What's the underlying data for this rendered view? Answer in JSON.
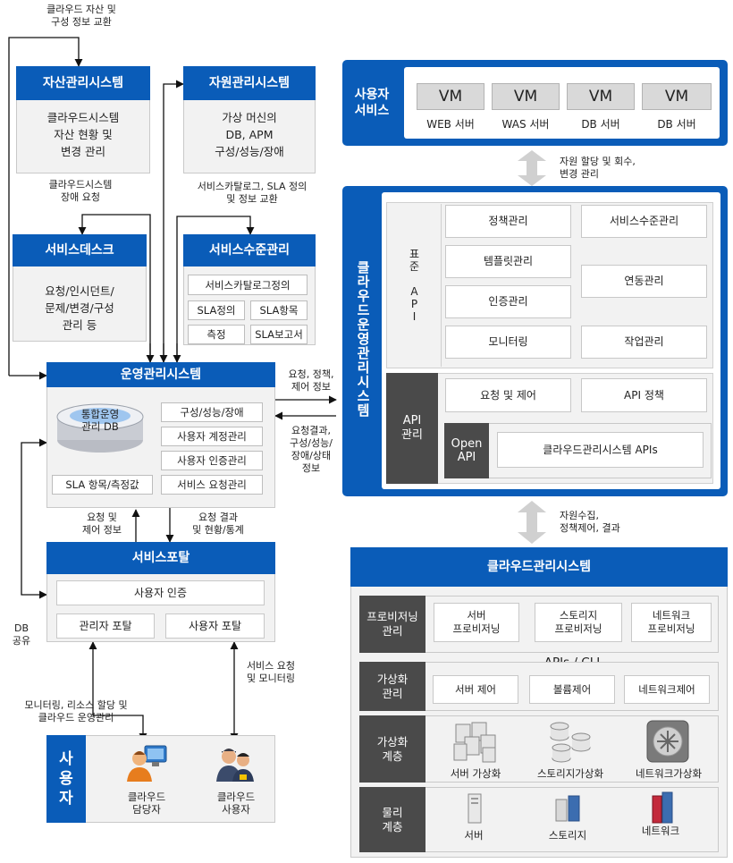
{
  "top_note": "클라우드 자산 및\n구성 정보 교환",
  "asset": {
    "title": "자산관리시스템",
    "body": "클라우드시스템\n자산 현황 및\n변경 관리"
  },
  "resource": {
    "title": "자원관리시스템",
    "body": "가상 머신의\nDB, APM\n구성/성능/장애"
  },
  "note_fault": "클라우드시스템\n장애 요청",
  "note_catalog": "서비스카탈로그, SLA 정의\n및 정보 교환",
  "servicedesk": {
    "title": "서비스데스크",
    "body": "요청/인시던트/\n문제/변경/구성\n관리 등"
  },
  "slm": {
    "title": "서비스수준관리",
    "items": [
      "서비스카탈로그정의",
      "SLA정의",
      "SLA항목",
      "측정",
      "SLA보고서"
    ]
  },
  "ops": {
    "title": "운영관리시스템",
    "db_label": "통합운영\n관리 DB",
    "sla_box": "SLA 항목/측정값",
    "items": [
      "구성/성능/장애",
      "사용자 계정관리",
      "사용자 인증관리",
      "서비스 요청관리"
    ]
  },
  "note_req_policy": "요청, 정책,\n제어 정보",
  "note_req_result": "요청결과,\n구성/성능/\n장애/상태\n정보",
  "note_req_control": "요청 및\n제어 정보",
  "note_result_stats": "요청 결과\n및 현황/통계",
  "portal": {
    "title": "서비스포탈",
    "auth": "사용자 인증",
    "admin": "관리자 포탈",
    "user": "사용자 포탈"
  },
  "note_db_share": "DB\n공유",
  "note_monitor": "모니터링, 리소스 할당 및\n클라우드 운영관리",
  "note_service_req": "서비스 요청\n및 모니터링",
  "users": {
    "title": "사\n용\n자",
    "manager": "클라우드\n담당자",
    "cloud_user": "클라우드\n사용자"
  },
  "user_service": {
    "title": "사용자\n서비스",
    "vm_label": "VM",
    "servers": [
      "WEB 서버",
      "WAS 서버",
      "DB 서버",
      "DB 서버"
    ]
  },
  "note_alloc": "자원 할당 및 회수,\n변경 관리",
  "cloud_ops": {
    "title": "클라우드운영관리시스템",
    "std_api": "표\n준\n\nA\nP\nI",
    "modules": [
      "정책관리",
      "서비스수준관리",
      "템플릿관리",
      "연동관리",
      "인증관리",
      "모니터링",
      "작업관리"
    ],
    "api_mgmt": "API\n관리",
    "req_control": "요청 및 제어",
    "api_policy": "API 정책",
    "open_api": "Open\nAPI",
    "cms_apis": "클라우드관리시스템 APIs"
  },
  "note_collect": "자원수집,\n정책제어, 결과",
  "cms": {
    "title": "클라우드관리시스템",
    "prov": {
      "label": "프로비저닝\n관리",
      "items": [
        "서버\n프로비저닝",
        "스토리지\n프로비저닝",
        "네트워크\n프로비저닝"
      ]
    },
    "apis_cli": "APIs / CLI",
    "virt_mgmt": {
      "label": "가상화\n관리",
      "items": [
        "서버 제어",
        "볼륨제어",
        "네트워크제어"
      ]
    },
    "virt_layer": {
      "label": "가상화\n계층",
      "items": [
        "서버 가상화",
        "스토리지가상화",
        "네트워크가상화"
      ]
    },
    "phys_layer": {
      "label": "물리\n계층",
      "items": [
        "서버",
        "스토리지",
        "네트워크"
      ]
    }
  },
  "colors": {
    "blue": "#0a5cb8",
    "panel": "#f2f2f2",
    "dark": "#4a4a4a",
    "gray_arrow": "#d0d0d0"
  }
}
